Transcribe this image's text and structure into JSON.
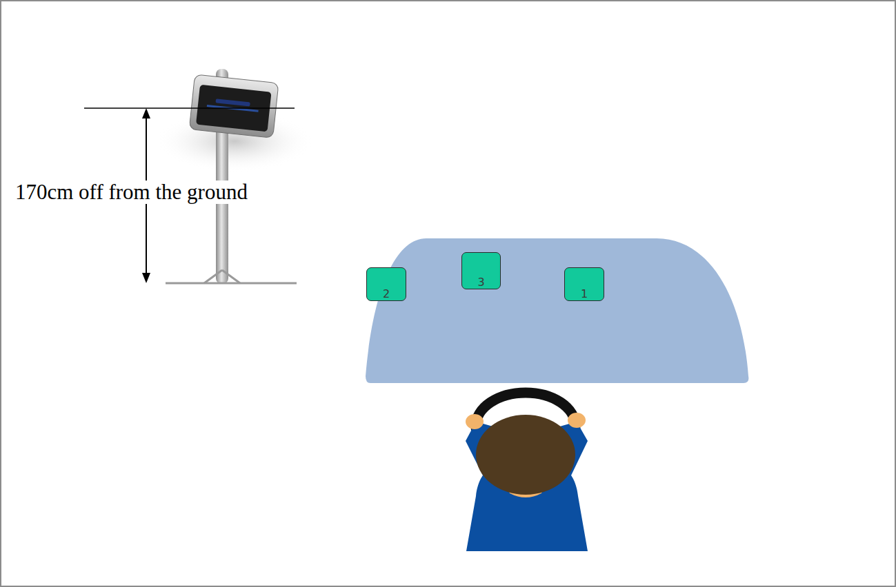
{
  "diagram": {
    "nodes": [
      {
        "text": [
          "2"
        ]
      },
      {
        "text": [
          "3"
        ]
      },
      {
        "text": [
          "1"
        ]
      }
    ],
    "labels": [
      "170cm off from the ground"
    ]
  }
}
